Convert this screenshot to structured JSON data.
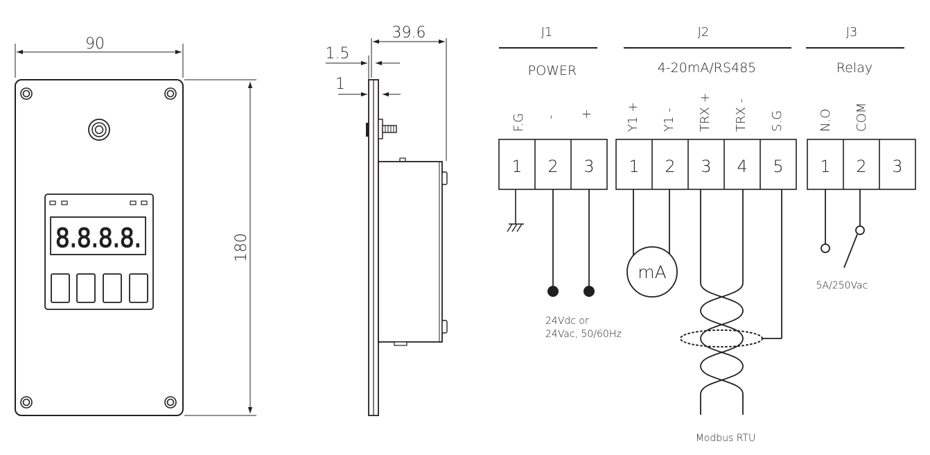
{
  "front_view": {
    "width_dim": "90",
    "height_dim": "180",
    "display_digits": "8.8.8.8."
  },
  "side_view": {
    "depth_dim": "39.6",
    "flange_dim": "1.5",
    "panel_dim": "1"
  },
  "connectors": [
    {
      "id": "J1",
      "function": "POWER",
      "terminals": [
        {
          "number": "1",
          "label": "F.G"
        },
        {
          "number": "2",
          "label": "-"
        },
        {
          "number": "3",
          "label": "+"
        }
      ],
      "note": [
        "24Vdc or",
        "24Vac, 50/60Hz"
      ]
    },
    {
      "id": "J2",
      "function": "4-20mA/RS485",
      "terminals": [
        {
          "number": "1",
          "label": "Y1 +"
        },
        {
          "number": "2",
          "label": "Y1 -"
        },
        {
          "number": "3",
          "label": "TRX +"
        },
        {
          "number": "4",
          "label": "TRX -"
        },
        {
          "number": "5",
          "label": "S.G"
        }
      ],
      "meter_label": "mA",
      "note": "Modbus RTU"
    },
    {
      "id": "J3",
      "function": "Relay",
      "terminals": [
        {
          "number": "1",
          "label": "N.O"
        },
        {
          "number": "2",
          "label": "COM"
        },
        {
          "number": "3",
          "label": ""
        }
      ],
      "note": "5A/250Vac"
    }
  ]
}
